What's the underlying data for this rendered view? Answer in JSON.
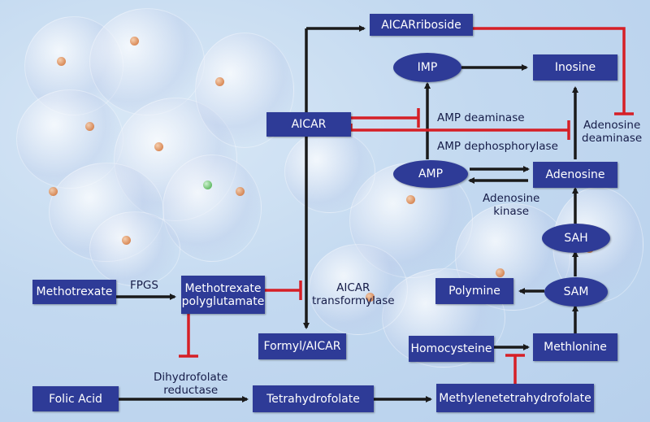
{
  "nodes": {
    "aicar_riboside": "AICARriboside",
    "imp": "IMP",
    "inosine": "Inosine",
    "aicar": "AICAR",
    "amp": "AMP",
    "adenosine": "Adenosine",
    "sah": "SAH",
    "sam": "SAM",
    "polymine": "Polymine",
    "methotrexate": "Methotrexate",
    "methotrexate_polyglutamate_line1": "Methotrexate",
    "methotrexate_polyglutamate_line2": "polyglutamate",
    "formyl_aicar": "Formyl/AICAR",
    "homocysteine": "Homocysteine",
    "methionine": "Methlonine",
    "folic_acid": "Folic Acid",
    "tetrahydrofolate": "Tetrahydrofolate",
    "methylenetetrahydrofolate": "Methylenetetrahydrofolate"
  },
  "enzymes": {
    "amp_deaminase": "AMP deaminase",
    "amp_dephosphorylase": "AMP dephosphorylase",
    "adenosine_deaminase_line1": "Adenosine",
    "adenosine_deaminase_line2": "deaminase",
    "adenosine_kinase_line1": "Adenosine",
    "adenosine_kinase_line2": "kinase",
    "fpgs": "FPGS",
    "aicar_transformylase_line1": "AICAR",
    "aicar_transformylase_line2": "transformylase",
    "dhfr_line1": "Dihydrofolate",
    "dhfr_line2": "reductase"
  },
  "colors": {
    "box_fill": "#2e3b97",
    "activation_arrow": "#1a1a1a",
    "inhibition_line": "#d61f26"
  }
}
